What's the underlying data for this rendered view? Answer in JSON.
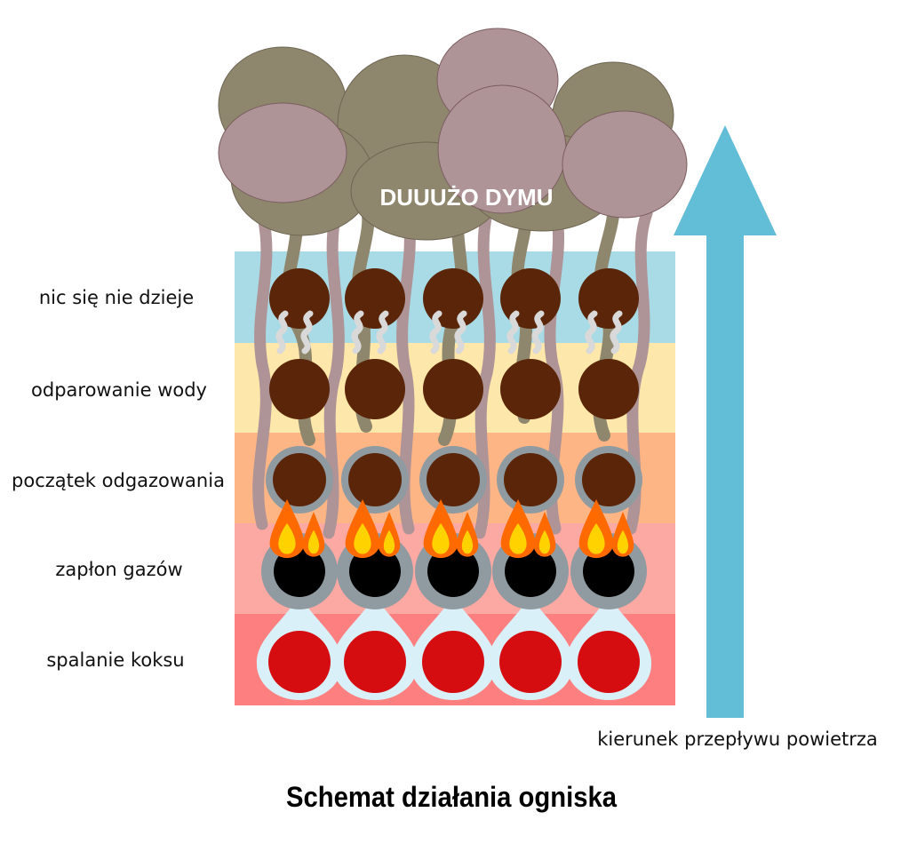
{
  "title": "Schemat działania ogniska",
  "cloud_label": "DUUUŻO DYMU",
  "arrow_label": "kierunek przepływu powietrza",
  "layers": [
    {
      "label": "nic się nie dzieje",
      "color": "#a9dbe7"
    },
    {
      "label": "odparowanie wody",
      "color": "#fde7ab"
    },
    {
      "label": "początek odgazowania",
      "color": "#fdb586"
    },
    {
      "label": "zapłon gazów",
      "color": "#fca8a3"
    },
    {
      "label": "spalanie koksu",
      "color": "#fd7f7f"
    }
  ],
  "colors": {
    "wood": "#5a2508",
    "smoke_dark": "#8f876d",
    "smoke_light": "#ae9496",
    "ash_ring": "#909aa1",
    "char": "#000000",
    "ember": "#d50d10",
    "ember_glow": "#d9f0f8",
    "flame_outer": "#ff6a00",
    "flame_inner": "#ffd200",
    "arrow": "#62bdd6",
    "steam": "#d9d9d9"
  }
}
